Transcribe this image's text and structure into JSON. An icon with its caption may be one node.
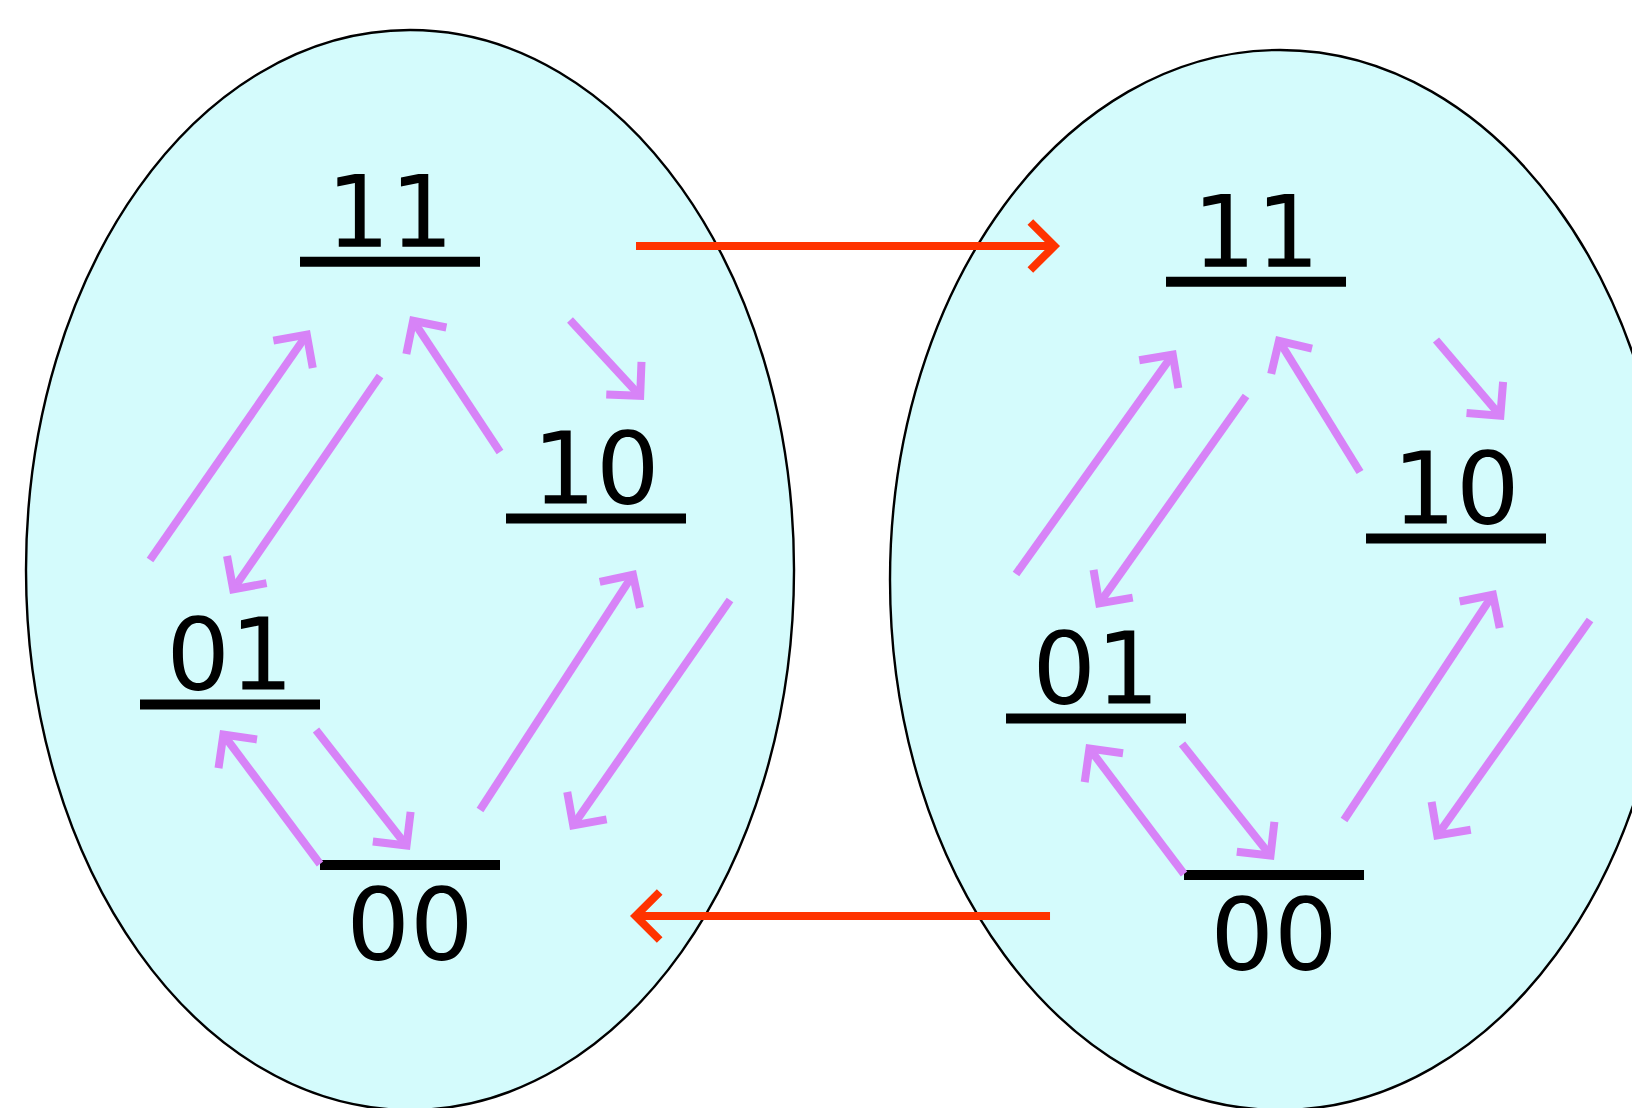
{
  "diagram": {
    "nodes": [
      {
        "text": [],
        "shape": "ellipse"
      },
      {
        "text": [
          "11"
        ],
        "in": 0
      },
      {
        "text": [
          "10"
        ],
        "in": 0
      },
      {
        "text": [
          "01"
        ],
        "in": 0
      },
      {
        "text": [
          "00"
        ],
        "in": 0
      },
      {
        "text": [],
        "shape": "ellipse"
      },
      {
        "text": [
          "11"
        ],
        "in": 5
      },
      {
        "text": [
          "10"
        ],
        "in": 5
      },
      {
        "text": [
          "01"
        ],
        "in": 5
      },
      {
        "text": [
          "00"
        ],
        "in": 5
      }
    ],
    "edges": [
      {
        "from": 3,
        "to": 1,
        "arrow": "to"
      },
      {
        "from": 1,
        "to": 3,
        "arrow": "to"
      },
      {
        "from": 2,
        "to": 1,
        "arrow": "to"
      },
      {
        "from": 1,
        "to": 2,
        "arrow": "to"
      },
      {
        "from": 4,
        "to": 2,
        "arrow": "to"
      },
      {
        "from": 2,
        "to": 4,
        "arrow": "to"
      },
      {
        "from": 4,
        "to": 3,
        "arrow": "to"
      },
      {
        "from": 3,
        "to": 4,
        "arrow": "to"
      },
      {
        "from": 8,
        "to": 6,
        "arrow": "to"
      },
      {
        "from": 6,
        "to": 8,
        "arrow": "to"
      },
      {
        "from": 7,
        "to": 6,
        "arrow": "to"
      },
      {
        "from": 6,
        "to": 7,
        "arrow": "to"
      },
      {
        "from": 9,
        "to": 7,
        "arrow": "to"
      },
      {
        "from": 7,
        "to": 9,
        "arrow": "to"
      },
      {
        "from": 9,
        "to": 8,
        "arrow": "to"
      },
      {
        "from": 8,
        "to": 9,
        "arrow": "to"
      },
      {
        "from": 0,
        "to": 5,
        "arrow": "to",
        "color": "#ff3300"
      },
      {
        "from": 5,
        "to": 0,
        "arrow": "to",
        "color": "#ff3300"
      }
    ]
  }
}
